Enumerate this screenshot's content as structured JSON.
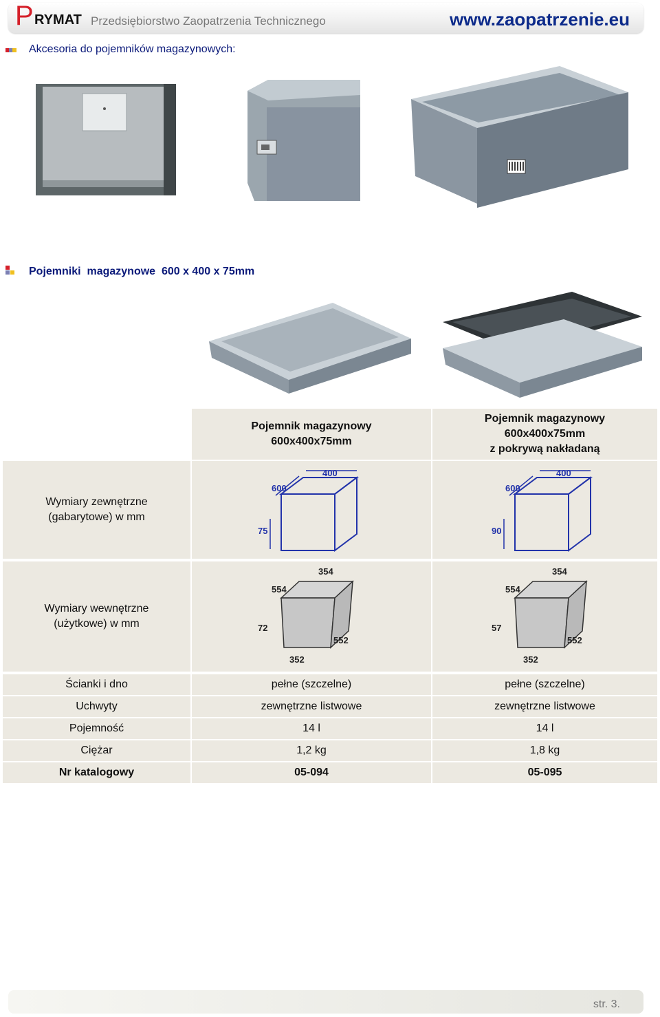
{
  "header": {
    "logo_letter": "P",
    "logo_rest": "RYMAT",
    "tagline": "Przedsiębiorstwo Zaopatrzenia Technicznego",
    "url": "www.zaopatrzenie.eu"
  },
  "section1": {
    "title": "Akcesoria do pojemników magazynowych:"
  },
  "section2": {
    "title": "Pojemniki  magazynowe  600 x 400 x 75mm"
  },
  "bullet_colors": [
    "#d5202a",
    "#7b7fb3",
    "#f0c020"
  ],
  "table": {
    "columns": [
      {
        "title_line1": "Pojemnik magazynowy",
        "title_line2": "600x400x75mm",
        "title_line3": ""
      },
      {
        "title_line1": "Pojemnik magazynowy",
        "title_line2": "600x400x75mm",
        "title_line3": "z pokrywą nakładaną"
      }
    ],
    "row_outer_label_1": "Wymiary zewnętrzne",
    "row_outer_label_2": "(gabarytowe) w mm",
    "row_inner_label_1": "Wymiary wewnętrzne",
    "row_inner_label_2": "(użytkowe) w mm",
    "outer_dims": [
      {
        "length": "600",
        "width": "400",
        "height": "75"
      },
      {
        "length": "600",
        "width": "400",
        "height": "90"
      }
    ],
    "inner_dims": [
      {
        "top_length": "554",
        "top_width": "354",
        "height": "72",
        "bottom_width": "352",
        "bottom_length": "552"
      },
      {
        "top_length": "554",
        "top_width": "354",
        "height": "57",
        "bottom_width": "352",
        "bottom_length": "552"
      }
    ],
    "rows": [
      {
        "label": "Ścianki i dno",
        "values": [
          "pełne (szczelne)",
          "pełne (szczelne)"
        ]
      },
      {
        "label": "Uchwyty",
        "values": [
          "zewnętrzne listwowe",
          "zewnętrzne listwowe"
        ]
      },
      {
        "label": "Pojemność",
        "values": [
          "14 l",
          "14 l"
        ]
      },
      {
        "label": "Ciężar",
        "values": [
          "1,2 kg",
          "1,8 kg"
        ]
      },
      {
        "label": "Nr katalogowy",
        "values": [
          "05-094",
          "05-095"
        ]
      }
    ]
  },
  "footer": {
    "page": "str. 3."
  }
}
